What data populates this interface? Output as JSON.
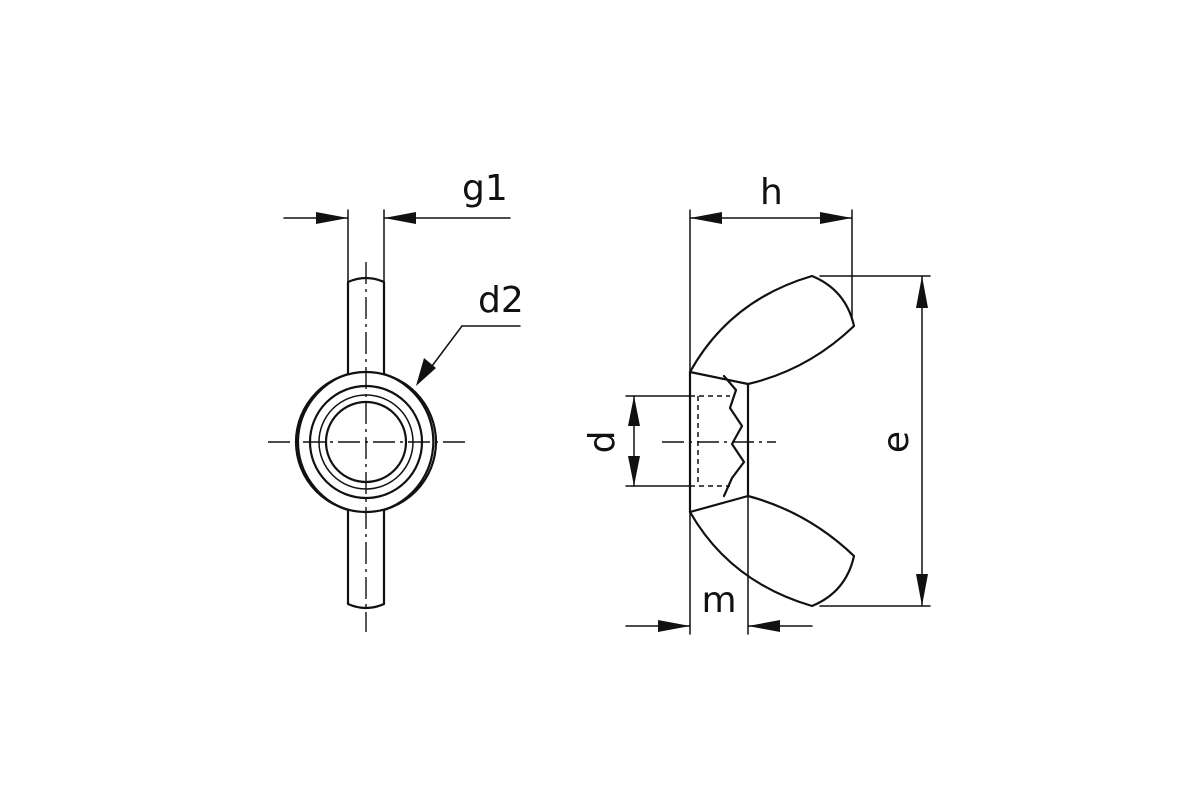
{
  "front_view": {
    "labels": {
      "width": "g1",
      "diameter": "d2"
    }
  },
  "side_view": {
    "labels": {
      "height": "h",
      "thread": "d",
      "span": "e",
      "thickness": "m"
    }
  }
}
